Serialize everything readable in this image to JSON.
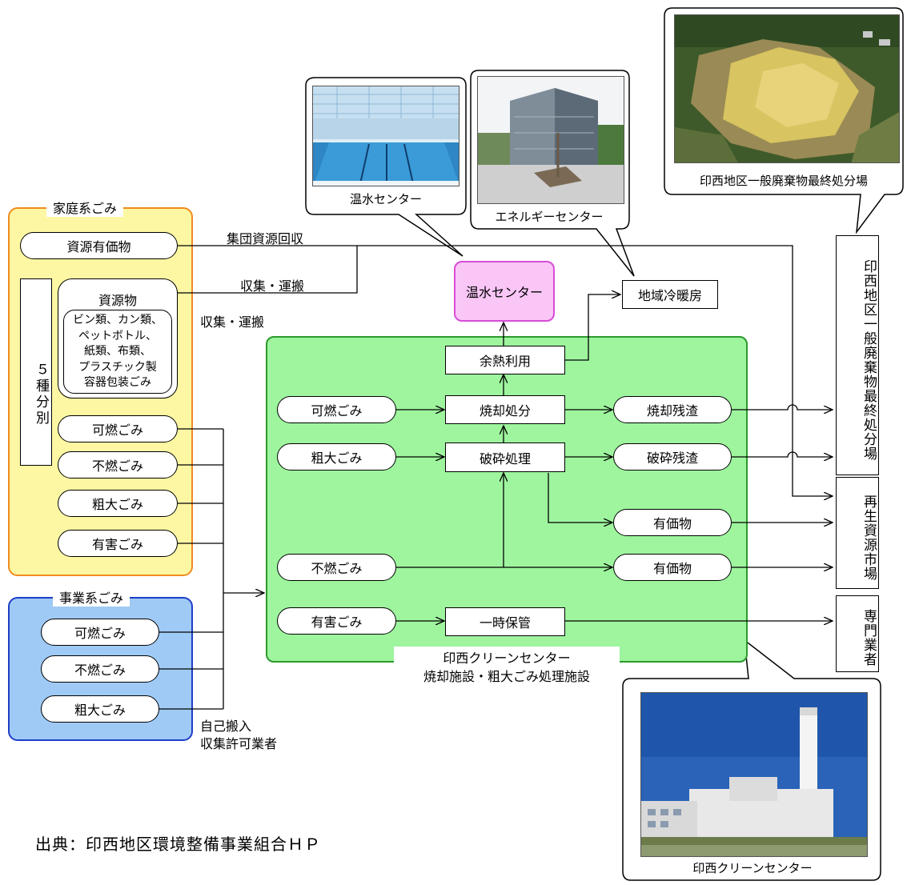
{
  "household": {
    "title": "家庭系ごみ",
    "valuables": "資源有価物",
    "five_sort": "５種分別",
    "resources": "資源物",
    "resources_detail": [
      "ビン類、カン類、",
      "ペットボトル、",
      "紙類、布類、",
      "プラスチック製",
      "容器包装ごみ"
    ],
    "combustible": "可燃ごみ",
    "noncombustible": "不燃ごみ",
    "bulky": "粗大ごみ",
    "hazardous": "有害ごみ"
  },
  "business": {
    "title": "事業系ごみ",
    "combustible": "可燃ごみ",
    "noncombustible": "不燃ごみ",
    "bulky": "粗大ごみ"
  },
  "flow_labels": {
    "group_collection": "集団資源回収",
    "collection_transport_1": "収集・運搬",
    "collection_transport_2": "収集・運搬",
    "self_delivery": "自己搬入",
    "licensed_collectors": "収集許可業者"
  },
  "center": {
    "inputs": [
      "可燃ごみ",
      "粗大ごみ",
      "不燃ごみ",
      "有害ごみ"
    ],
    "heat_use": "余熱利用",
    "incineration": "焼却処分",
    "crushing": "破砕処理",
    "temporary_storage": "一時保管",
    "incineration_residue": "焼却残渣",
    "crushing_residue": "破砕残渣",
    "valuables_1": "有価物",
    "valuables_2": "有価物",
    "caption_line1": "印西クリーンセンター",
    "caption_line2": "焼却施設・粗大ごみ処理施設"
  },
  "destinations": {
    "hot_water_center": "温水センター",
    "district_heating": "地域冷暖房",
    "landfill": "印西地区一般廃棄物最終処分場",
    "recycling_market": "再生資源市場",
    "specialist": "専門業者"
  },
  "photos": {
    "pool": "温水センター",
    "energy": "エネルギーセンター",
    "landfill": "印西地区一般廃棄物最終処分場",
    "clean_center": "印西クリーンセンター"
  },
  "source_note": "出典：印西地区環境整備事業組合ＨＰ",
  "colors": {
    "household_fill": "#fdf7a3",
    "household_border": "#f08c1e",
    "business_fill": "#9fcaf5",
    "business_border": "#1f3ec8",
    "center_fill": "#9ef59e",
    "center_border": "#2c9a2c",
    "hot_water_fill": "#f9c6f6",
    "hot_water_border": "#d84cd8"
  }
}
